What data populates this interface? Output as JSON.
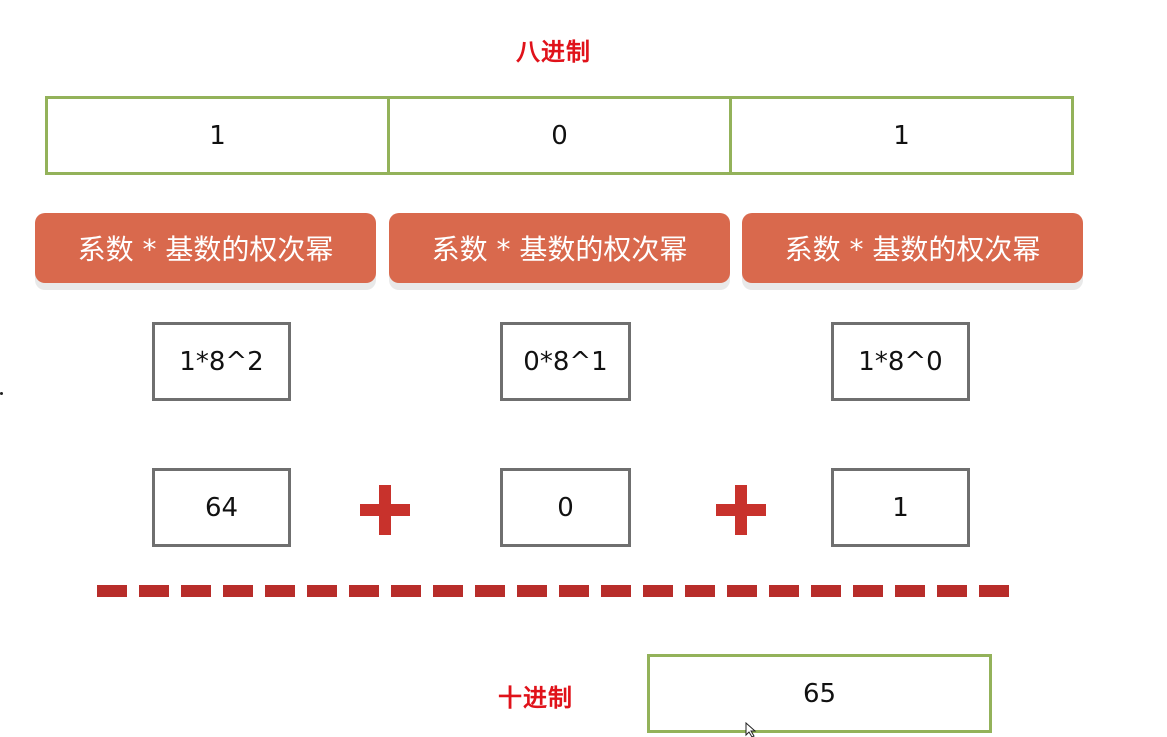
{
  "octal_label": "八进制",
  "digits": [
    "1",
    "0",
    "1"
  ],
  "coef_label": "系数 * 基数的权次幂",
  "expressions": [
    "1*8^2",
    "0*8^1",
    "1*8^0"
  ],
  "values": [
    "64",
    "0",
    "1"
  ],
  "decimal_label": "十进制",
  "result": "65",
  "colors": {
    "label_red": "#e0121a",
    "green_border": "#93b25a",
    "orange_fill": "#d9694d",
    "plus_red": "#c8322c",
    "dash_red": "#b82d2a",
    "gray_border": "#6f6f6f"
  },
  "icons": [
    "plus-icon",
    "plus-icon",
    "cursor-icon"
  ]
}
